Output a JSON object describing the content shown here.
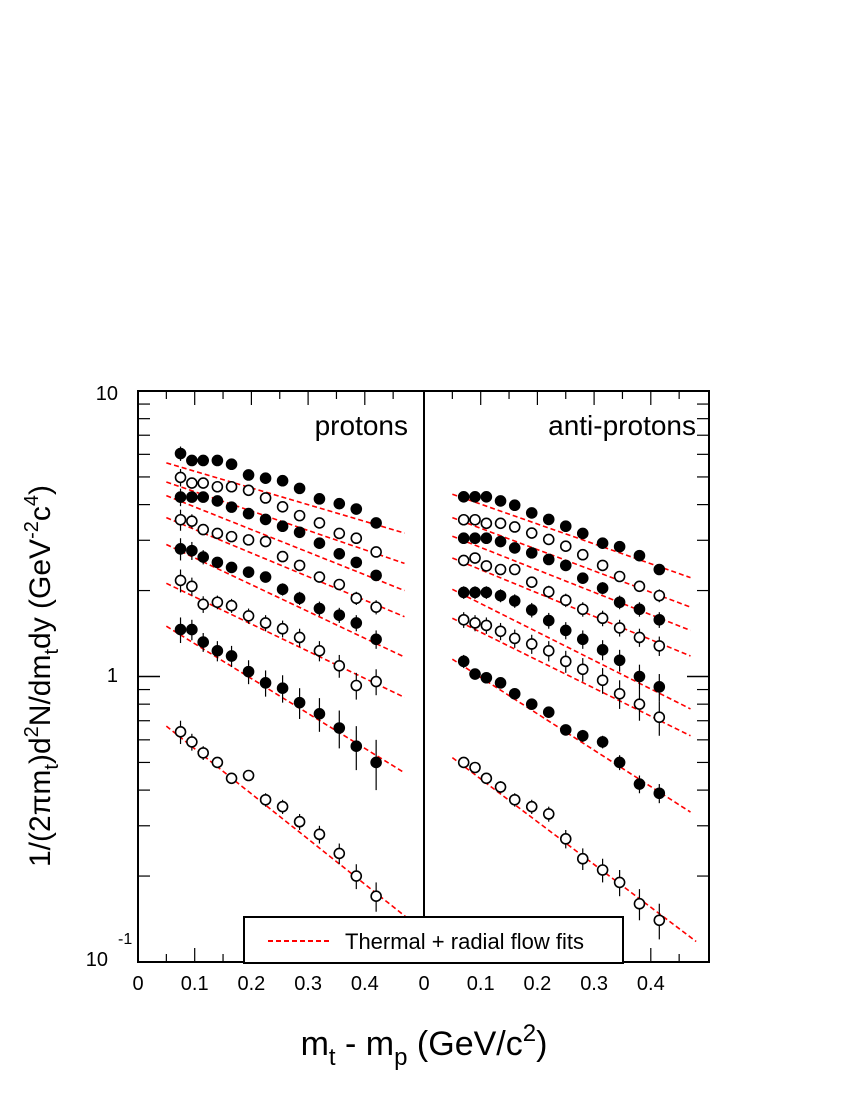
{
  "chart_data": {
    "type": "scatter",
    "y_scale": "log",
    "ylim": [
      0.1,
      10
    ],
    "xlim": [
      0,
      0.5
    ],
    "grid": false,
    "ylabel": "1/(2πm_t)d²N/dm_tdy (GeV⁻²c⁴)",
    "xlabel": "m_t - m_p (GeV/c²)",
    "y_tick_labels": [
      "10",
      "1",
      "10^-1"
    ],
    "x_tick_labels": [
      "0",
      "0.1",
      "0.2",
      "0.3",
      "0.4"
    ],
    "legend": {
      "label": "Thermal + radial flow fits",
      "style": "red dashed line",
      "position": "bottom-center"
    },
    "fit_color": "#ff0000",
    "panels": [
      {
        "name": "protons",
        "x": [
          0.075,
          0.095,
          0.115,
          0.14,
          0.165,
          0.195,
          0.225,
          0.255,
          0.285,
          0.32,
          0.355,
          0.385,
          0.42
        ],
        "series": [
          {
            "marker": "filled",
            "values": [
              6.04,
              5.71,
              5.71,
              5.71,
              5.54,
              5.08,
              4.95,
              4.85,
              4.56,
              4.19,
              4.03,
              3.86,
              3.45
            ],
            "errors": [
              0.35,
              0.2,
              0.15,
              0.12,
              0.1,
              0.1,
              0.1,
              0.1,
              0.1,
              0.1,
              0.1,
              0.1,
              0.1
            ],
            "fit": [
              [
                0.05,
                5.6
              ],
              [
                0.47,
                3.18
              ]
            ]
          },
          {
            "marker": "open",
            "values": [
              4.98,
              4.76,
              4.76,
              4.62,
              4.62,
              4.49,
              4.22,
              3.93,
              3.66,
              3.45,
              3.17,
              3.05,
              2.73
            ],
            "errors": [
              0.35,
              0.2,
              0.15,
              0.12,
              0.1,
              0.1,
              0.1,
              0.1,
              0.1,
              0.1,
              0.1,
              0.1,
              0.1
            ],
            "fit": [
              [
                0.05,
                4.8
              ],
              [
                0.47,
                2.49
              ]
            ]
          },
          {
            "marker": "filled",
            "values": [
              4.25,
              4.25,
              4.25,
              4.12,
              3.92,
              3.72,
              3.55,
              3.36,
              3.2,
              2.93,
              2.69,
              2.51,
              2.26
            ],
            "errors": [
              0.3,
              0.2,
              0.15,
              0.12,
              0.1,
              0.1,
              0.1,
              0.1,
              0.1,
              0.1,
              0.1,
              0.1,
              0.1
            ],
            "fit": [
              [
                0.05,
                4.3
              ],
              [
                0.47,
                2.0
              ]
            ]
          },
          {
            "marker": "open",
            "values": [
              3.54,
              3.5,
              3.27,
              3.17,
              3.09,
              3.01,
              2.97,
              2.63,
              2.45,
              2.23,
              2.1,
              1.88,
              1.75
            ],
            "errors": [
              0.3,
              0.2,
              0.15,
              0.12,
              0.1,
              0.1,
              0.1,
              0.1,
              0.1,
              0.1,
              0.1,
              0.1,
              0.1
            ],
            "fit": [
              [
                0.05,
                3.6
              ],
              [
                0.47,
                1.62
              ]
            ]
          },
          {
            "marker": "filled",
            "values": [
              2.8,
              2.76,
              2.62,
              2.51,
              2.41,
              2.32,
              2.23,
              2.02,
              1.88,
              1.73,
              1.64,
              1.54,
              1.35
            ],
            "errors": [
              0.25,
              0.2,
              0.15,
              0.12,
              0.1,
              0.1,
              0.1,
              0.1,
              0.1,
              0.1,
              0.1,
              0.1,
              0.1
            ],
            "fit": [
              [
                0.05,
                2.9
              ],
              [
                0.47,
                1.17
              ]
            ]
          },
          {
            "marker": "open",
            "values": [
              2.17,
              2.07,
              1.79,
              1.82,
              1.77,
              1.63,
              1.54,
              1.47,
              1.37,
              1.23,
              1.09,
              0.93,
              0.96
            ],
            "errors": [
              0.2,
              0.15,
              0.12,
              0.1,
              0.1,
              0.1,
              0.1,
              0.1,
              0.1,
              0.1,
              0.1,
              0.1,
              0.1
            ],
            "fit": [
              [
                0.05,
                2.12
              ],
              [
                0.47,
                0.845
              ]
            ]
          },
          {
            "marker": "filled",
            "values": [
              1.46,
              1.46,
              1.32,
              1.23,
              1.18,
              1.04,
              0.95,
              0.91,
              0.81,
              0.74,
              0.66,
              0.57,
              0.5
            ],
            "errors": [
              0.15,
              0.12,
              0.1,
              0.1,
              0.1,
              0.1,
              0.1,
              0.1,
              0.1,
              0.1,
              0.1,
              0.1,
              0.1
            ],
            "fit": [
              [
                0.05,
                1.5
              ],
              [
                0.47,
                0.46
              ]
            ]
          },
          {
            "marker": "open",
            "values": [
              0.64,
              0.59,
              0.54,
              0.5,
              0.44,
              0.45,
              0.37,
              0.35,
              0.31,
              0.28,
              0.24,
              0.2,
              0.17
            ],
            "errors": [
              0.06,
              0.04,
              0.03,
              0.02,
              0.02,
              0.02,
              0.02,
              0.02,
              0.02,
              0.02,
              0.02,
              0.02,
              0.02
            ],
            "fit": [
              [
                0.05,
                0.67
              ],
              [
                0.48,
                0.14
              ]
            ]
          }
        ]
      },
      {
        "name": "anti-protons",
        "x": [
          0.07,
          0.09,
          0.11,
          0.135,
          0.16,
          0.19,
          0.22,
          0.25,
          0.28,
          0.315,
          0.345,
          0.38,
          0.415
        ],
        "series": [
          {
            "marker": "filled",
            "values": [
              4.26,
              4.26,
              4.26,
              4.12,
              3.98,
              3.74,
              3.55,
              3.36,
              3.17,
              2.93,
              2.85,
              2.65,
              2.37
            ],
            "errors": [
              0.1,
              0.1,
              0.1,
              0.1,
              0.1,
              0.1,
              0.1,
              0.1,
              0.1,
              0.1,
              0.1,
              0.1,
              0.1
            ],
            "fit": [
              [
                0.05,
                4.35
              ],
              [
                0.47,
                2.22
              ]
            ]
          },
          {
            "marker": "open",
            "values": [
              3.54,
              3.54,
              3.44,
              3.44,
              3.34,
              3.18,
              3.02,
              2.86,
              2.67,
              2.45,
              2.24,
              2.07,
              1.92
            ],
            "errors": [
              0.1,
              0.1,
              0.1,
              0.1,
              0.1,
              0.1,
              0.1,
              0.1,
              0.1,
              0.1,
              0.1,
              0.1,
              0.1
            ],
            "fit": [
              [
                0.05,
                3.6
              ],
              [
                0.47,
                1.75
              ]
            ]
          },
          {
            "marker": "filled",
            "values": [
              3.05,
              3.05,
              3.05,
              2.97,
              2.82,
              2.71,
              2.57,
              2.45,
              2.21,
              2.04,
              1.82,
              1.72,
              1.58
            ],
            "errors": [
              0.1,
              0.1,
              0.1,
              0.1,
              0.1,
              0.1,
              0.1,
              0.1,
              0.1,
              0.1,
              0.1,
              0.1,
              0.1
            ],
            "fit": [
              [
                0.05,
                3.1
              ],
              [
                0.47,
                1.45
              ]
            ]
          },
          {
            "marker": "open",
            "values": [
              2.55,
              2.6,
              2.44,
              2.37,
              2.37,
              2.14,
              1.98,
              1.85,
              1.72,
              1.6,
              1.48,
              1.37,
              1.28
            ],
            "errors": [
              0.1,
              0.1,
              0.1,
              0.1,
              0.1,
              0.1,
              0.1,
              0.1,
              0.1,
              0.1,
              0.1,
              0.1,
              0.1
            ],
            "fit": [
              [
                0.05,
                2.6
              ],
              [
                0.47,
                1.18
              ]
            ]
          },
          {
            "marker": "filled",
            "values": [
              1.97,
              1.97,
              1.97,
              1.92,
              1.84,
              1.71,
              1.57,
              1.45,
              1.35,
              1.24,
              1.14,
              1.0,
              0.92
            ],
            "errors": [
              0.1,
              0.1,
              0.1,
              0.1,
              0.1,
              0.1,
              0.1,
              0.1,
              0.1,
              0.1,
              0.1,
              0.1,
              0.1
            ],
            "fit": [
              [
                0.05,
                2.02
              ],
              [
                0.47,
                0.77
              ]
            ]
          },
          {
            "marker": "open",
            "values": [
              1.58,
              1.54,
              1.51,
              1.44,
              1.36,
              1.3,
              1.23,
              1.13,
              1.06,
              0.97,
              0.87,
              0.8,
              0.72
            ],
            "errors": [
              0.1,
              0.1,
              0.1,
              0.1,
              0.1,
              0.1,
              0.1,
              0.1,
              0.1,
              0.1,
              0.1,
              0.1,
              0.1
            ],
            "fit": [
              [
                0.05,
                1.6
              ],
              [
                0.47,
                0.62
              ]
            ]
          },
          {
            "marker": "filled",
            "values": [
              1.13,
              1.02,
              0.99,
              0.95,
              0.87,
              0.8,
              0.75,
              0.65,
              0.62,
              0.59,
              0.5,
              0.42,
              0.39
            ],
            "errors": [
              0.06,
              0.04,
              0.03,
              0.03,
              0.03,
              0.03,
              0.03,
              0.03,
              0.03,
              0.03,
              0.03,
              0.03,
              0.03
            ],
            "fit": [
              [
                0.05,
                1.15
              ],
              [
                0.47,
                0.335
              ]
            ]
          },
          {
            "marker": "open",
            "values": [
              0.5,
              0.48,
              0.44,
              0.41,
              0.37,
              0.35,
              0.33,
              0.27,
              0.23,
              0.21,
              0.19,
              0.16,
              0.14
            ],
            "errors": [
              0.02,
              0.02,
              0.02,
              0.02,
              0.02,
              0.02,
              0.02,
              0.02,
              0.02,
              0.02,
              0.02,
              0.02,
              0.02
            ],
            "fit": [
              [
                0.05,
                0.52
              ],
              [
                0.48,
                0.118
              ]
            ]
          }
        ]
      }
    ]
  }
}
